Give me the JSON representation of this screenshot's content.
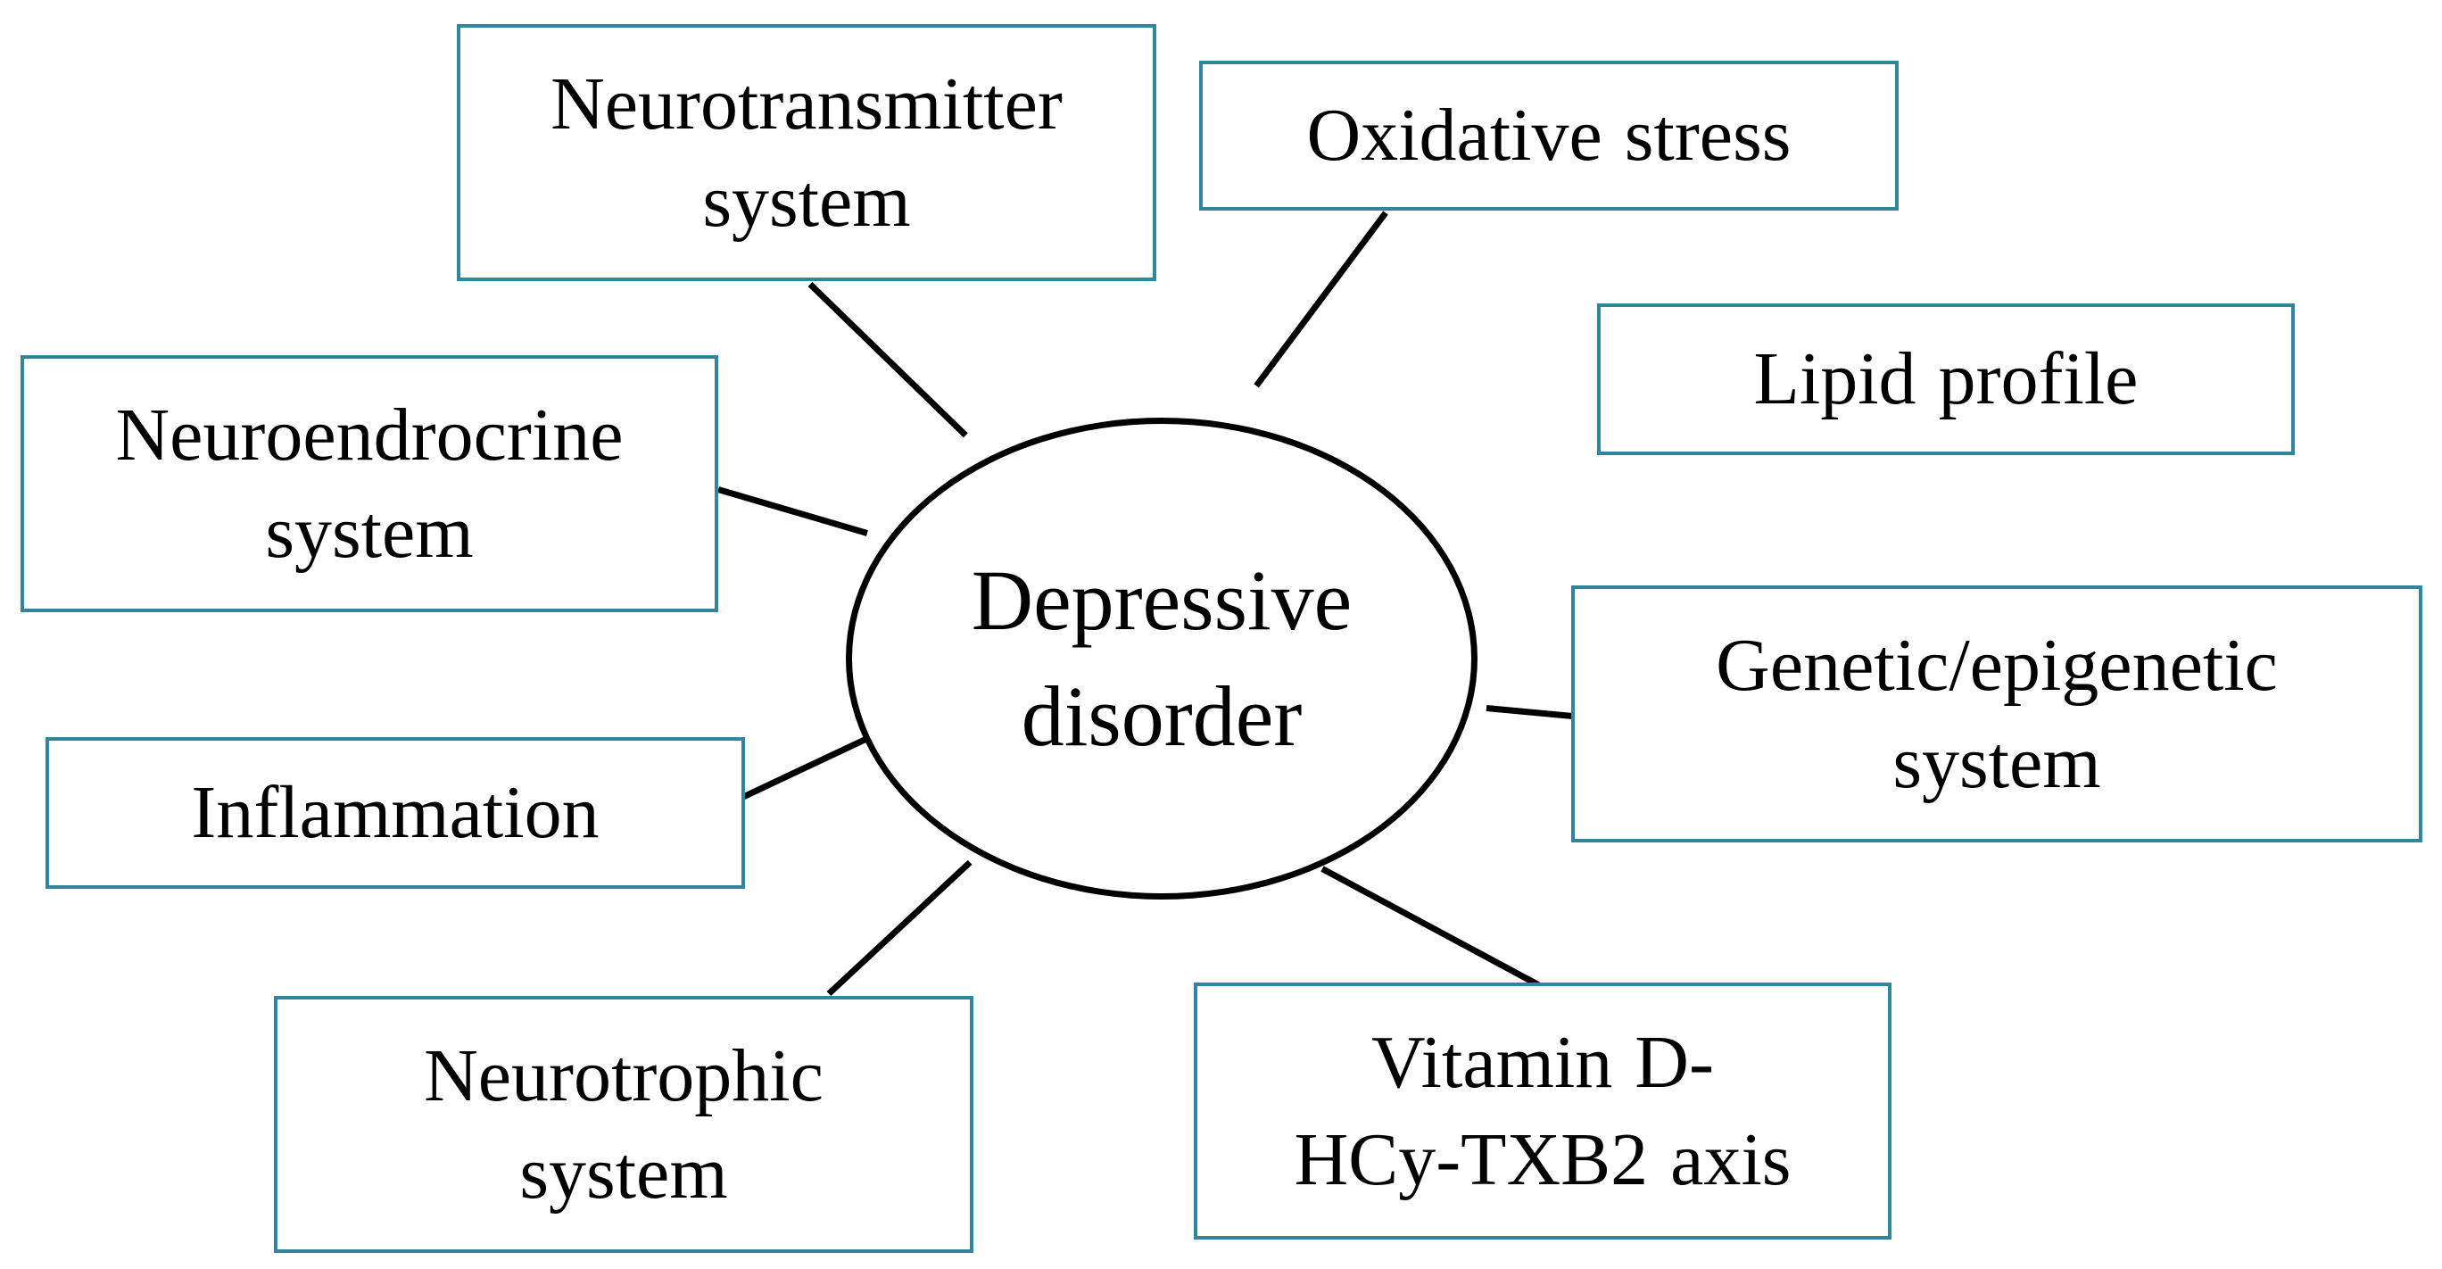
{
  "diagram": {
    "center": "Depressive disorder",
    "factors": {
      "neurotransmitter": "Neurotransmitter system",
      "oxidative": "Oxidative stress",
      "lipid": "Lipid profile",
      "neuroendocrine": "Neuroendrocrine system",
      "genetic": "Genetic/epigenetic system",
      "inflammation": "Inflammation",
      "neurotrophic": "Neurotrophic system",
      "vitamin": "Vitamin D-HCy-TXB2 axis"
    },
    "colors": {
      "box_border": "#31859c",
      "connector": "#000000",
      "ellipse_border": "#000000"
    }
  }
}
